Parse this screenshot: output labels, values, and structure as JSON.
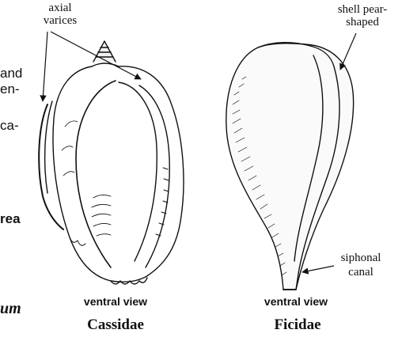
{
  "left_margin_fragments": {
    "line1": "and",
    "line2": "en-",
    "line3": "ca-",
    "line4": "rea",
    "line5": "um"
  },
  "cassidae": {
    "callout_axial_varices": [
      "axial",
      "varices"
    ],
    "view_label": "ventral view",
    "family_label": "Cassidae"
  },
  "ficidae": {
    "callout_shell_shape": [
      "shell pear-",
      "shaped"
    ],
    "callout_siphonal": [
      "siphonal",
      "canal"
    ],
    "view_label": "ventral view",
    "family_label": "Ficidae"
  }
}
